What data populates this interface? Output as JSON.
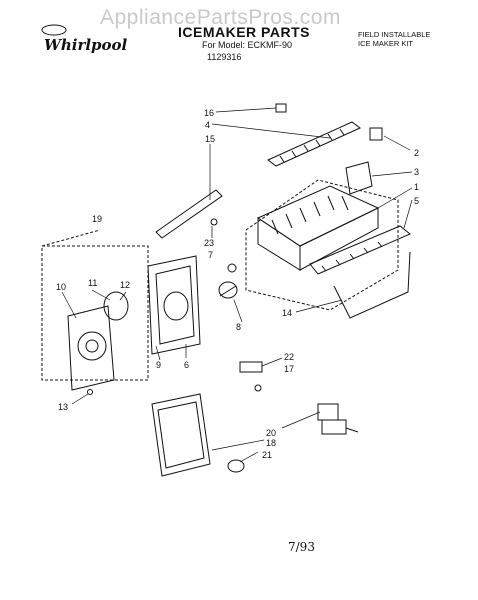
{
  "watermark": "AppliancePartsPros.com",
  "brand": "Whirlpool",
  "header": {
    "title": "ICEMAKER PARTS",
    "model_line": "For Model: ECKMF-90",
    "part_number": "1129316",
    "kit_line1": "FIELD INSTALLABLE",
    "kit_line2": "ICE MAKER KIT"
  },
  "callouts": [
    "1",
    "2",
    "3",
    "4",
    "5",
    "6",
    "7",
    "8",
    "9",
    "10",
    "11",
    "12",
    "13",
    "14",
    "15",
    "16",
    "17",
    "18",
    "19",
    "20",
    "21",
    "22",
    "23"
  ],
  "date": "7/93"
}
